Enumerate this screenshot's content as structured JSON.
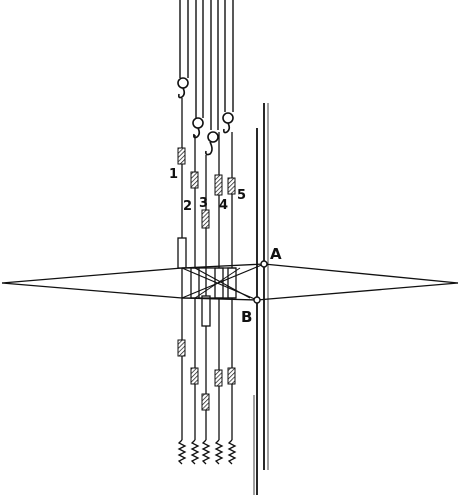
{
  "labels": {
    "cord_numbers": [
      "1",
      "2",
      "3",
      "4",
      "5"
    ],
    "point_a": "A",
    "point_b": "B"
  },
  "colors": {
    "ink": "#111111",
    "background": "#ffffff"
  },
  "icons": {
    "hook": "hook-icon",
    "weight": "spiral-weight-icon",
    "hatched_block": "hatched-block-icon",
    "ring": "ring-icon"
  }
}
